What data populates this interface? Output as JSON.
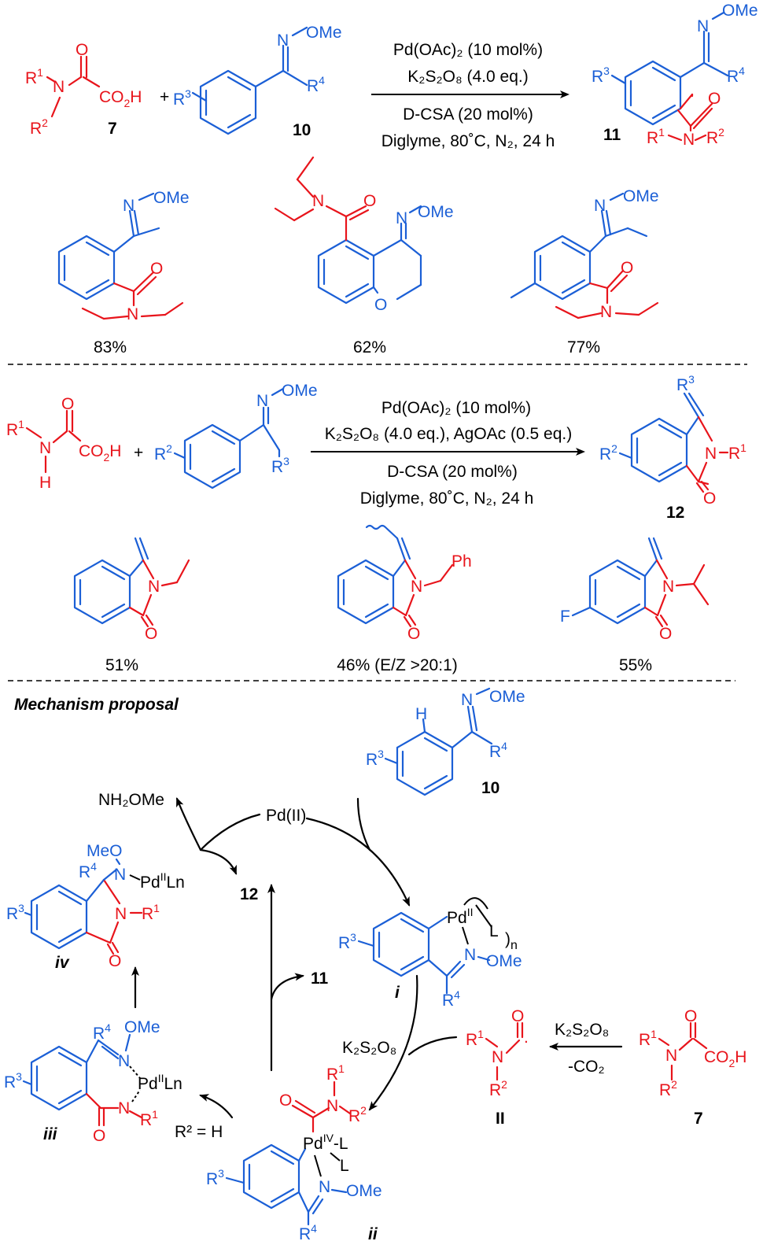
{
  "reaction1": {
    "reagent_line1": "Pd(OAc)₂ (10 mol%)",
    "reagent_line2": "K₂S₂O₈ (4.0 eq.)",
    "reagent_line3": "D-CSA (20 mol%)",
    "reagent_line4": "Diglyme, 80˚C, N₂, 24 h",
    "label_acid": "7",
    "label_oxime": "10",
    "label_product": "11",
    "plus": "+"
  },
  "examples1": [
    {
      "yield": "83%"
    },
    {
      "yield": "62%"
    },
    {
      "yield": "77%"
    }
  ],
  "reaction2": {
    "reagent_line1": "Pd(OAc)₂ (10 mol%)",
    "reagent_line2": "K₂S₂O₈ (4.0 eq.), AgOAc (0.5 eq.)",
    "reagent_line3": "D-CSA (20 mol%)",
    "reagent_line4": "Diglyme, 80˚C, N₂, 24 h",
    "label_product": "12",
    "plus": "+"
  },
  "examples2": [
    {
      "yield": "51%"
    },
    {
      "yield": "46% (E/Z >20:1)"
    },
    {
      "yield": "55%"
    }
  ],
  "mechanism": {
    "title": "Mechanism proposal",
    "label_10": "10",
    "pd": "Pd(II)",
    "nh2ome": "NH₂OMe",
    "label_12": "12",
    "label_11": "11",
    "label_i": "i",
    "label_ii": "ii",
    "label_iii": "iii",
    "label_iv": "iv",
    "label_II": "II",
    "label_7": "7",
    "k2s2o8_left": "K₂S₂O₈",
    "k2s2o8_right": "K₂S₂O₈",
    "minus_co2": "-CO₂",
    "r2_h": "R² = H"
  }
}
